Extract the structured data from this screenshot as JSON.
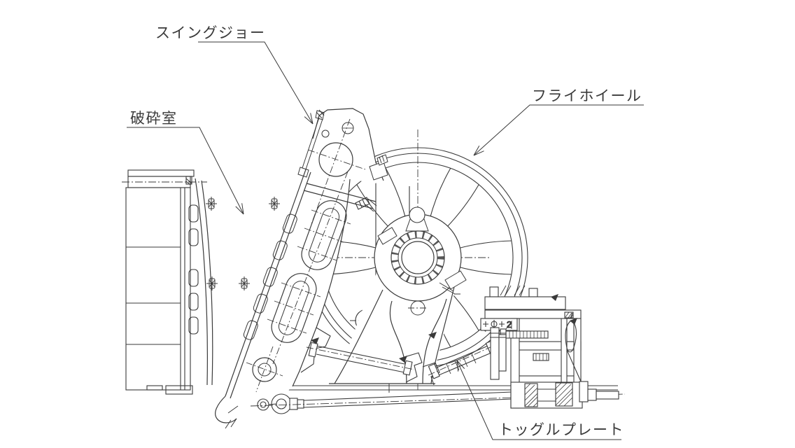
{
  "drawing": {
    "type": "technical-line-drawing",
    "subject": "jaw-crusher-side-section",
    "background": "#ffffff",
    "line_color": "#3a3a3a"
  },
  "labels": {
    "swing_jaw": "スイングジョー",
    "crushing_chamber": "破砕室",
    "flywheel": "フライホイール",
    "toggle_plate": "トッグルプレート"
  },
  "marker": {
    "detail_number": "2"
  }
}
